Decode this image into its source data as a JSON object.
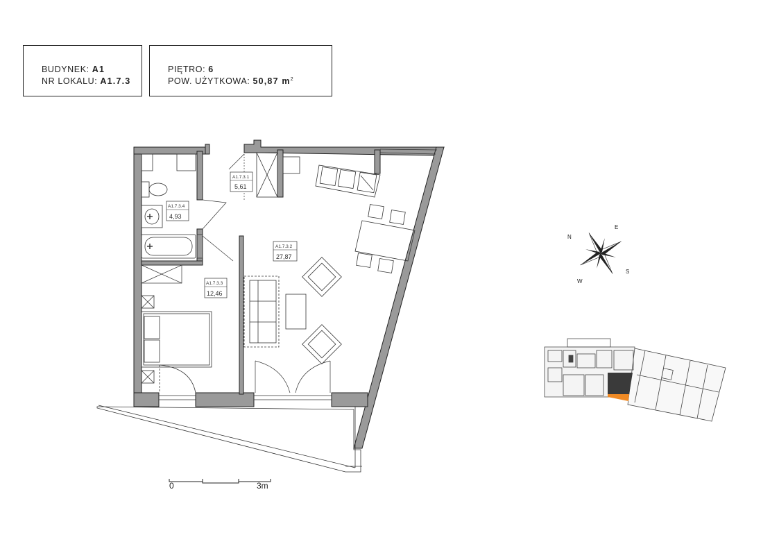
{
  "header": {
    "building_label": "BUDYNEK:",
    "building_value": "A1",
    "unit_label": "NR LOKALU:",
    "unit_value": "A1.7.3",
    "floor_label": "PIĘTRO:",
    "floor_value": "6",
    "area_label": "POW. UŻYTKOWA:",
    "area_value": "50,87 m",
    "area_sup": "2"
  },
  "rooms": [
    {
      "code": "A1.7.3.1",
      "area": "5,61"
    },
    {
      "code": "A1.7.3.2",
      "area": "27,87"
    },
    {
      "code": "A1.7.3.3",
      "area": "12,46"
    },
    {
      "code": "A1.7.3.4",
      "area": "4,93"
    }
  ],
  "compass": {
    "n": "N",
    "e": "E",
    "s": "S",
    "w": "W"
  },
  "scale": {
    "start": "0",
    "end": "3m"
  },
  "colors": {
    "wall": "#9a9a9a",
    "wall_outline": "#222222",
    "highlight_unit": "#3a3a3a",
    "highlight_balcony": "#f08a24"
  }
}
